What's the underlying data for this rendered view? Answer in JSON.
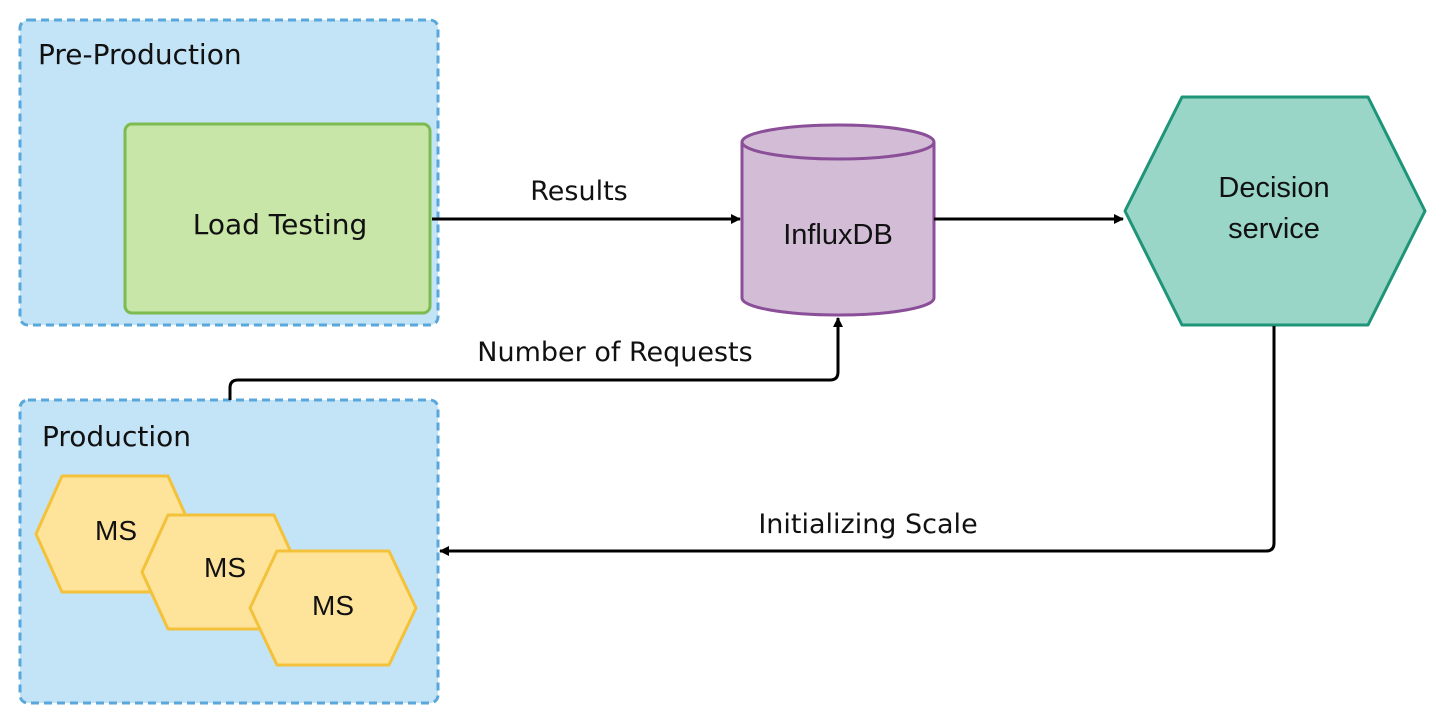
{
  "colors": {
    "zone_fill": "#c3e3f6",
    "zone_border": "#5aa7dc",
    "load_fill": "#c8e6a8",
    "load_border": "#7cbb4f",
    "db_fill": "#d2bcd6",
    "db_border": "#8a4f98",
    "decision_fill": "#99d6c8",
    "decision_border": "#1e9478",
    "ms_fill": "#fde49a",
    "ms_border": "#f4c23a",
    "edge": "#000000"
  },
  "zones": {
    "preprod_label": "Pre-Production",
    "prod_label": "Production"
  },
  "nodes": {
    "load_testing": "Load Testing",
    "influxdb": "InfluxDB",
    "decision_line1": "Decision",
    "decision_line2": "service",
    "ms": [
      "MS",
      "MS",
      "MS"
    ]
  },
  "edges": {
    "results": "Results",
    "requests": "Number of Requests",
    "scale": "Initializing Scale"
  }
}
